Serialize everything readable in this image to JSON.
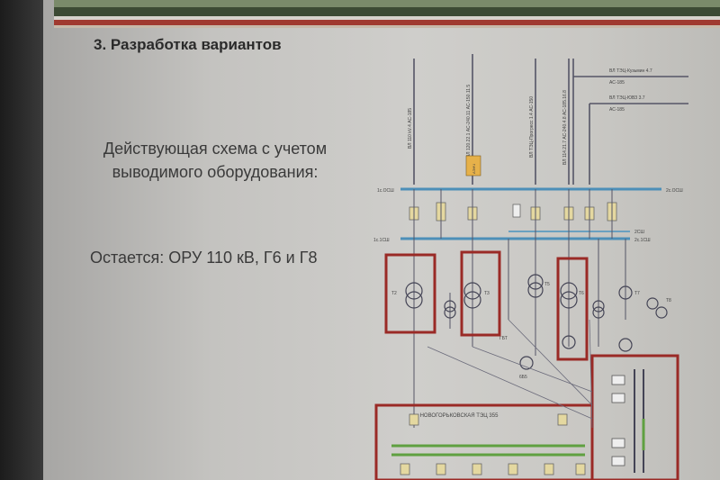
{
  "slide": {
    "title": "3. Разработка вариантов",
    "subtitle": "Действующая схема с учетом выводимого оборудования:",
    "remains": "Остается: ОРУ 110 кВ, Г6 и Г8"
  },
  "diagram": {
    "bus_labels": {
      "bus1_left": "1с.ОСШ",
      "bus1_right": "2с.ОСШ",
      "bus2_left": "1с.1СШ",
      "bus2_right": "2с.1СШ",
      "bus3": "2СШ"
    },
    "lines": {
      "l1": "ВЛ ТЭЦ-Кузьмин 4.7",
      "l1_wire": "АС-185",
      "l2": "ВЛ ТЭЦ-ЮВЗ 3.7",
      "l2_wire": "АС-185",
      "v1": "ВЛ 110 kV.4 АС-185",
      "v2": "ВЛ 120.22.1 АС-240.11 АС-150.11.5",
      "v3": "ВЛ ТЭЦ-Прогресс 1.4 АС-150",
      "v4": "ВЛ 114.21.7 АС-240.4.8 АС-185.16.8",
      "badge": "АЭНЧ"
    },
    "transformers": {
      "t2": "Т2",
      "t3": "Т3",
      "t5": "Т5",
      "t6": "Т6",
      "t7": "Т7",
      "t8": "Т8"
    },
    "generators": {
      "g1": "6Б5",
      "g2": "ГБТ"
    },
    "station_name": "НОВОГОРЬКОВСКАЯ ТЭЦ 355"
  },
  "colors": {
    "highlight": "#9a2a26",
    "bus": "#4c8fb8",
    "green_bus": "#5fa040"
  }
}
